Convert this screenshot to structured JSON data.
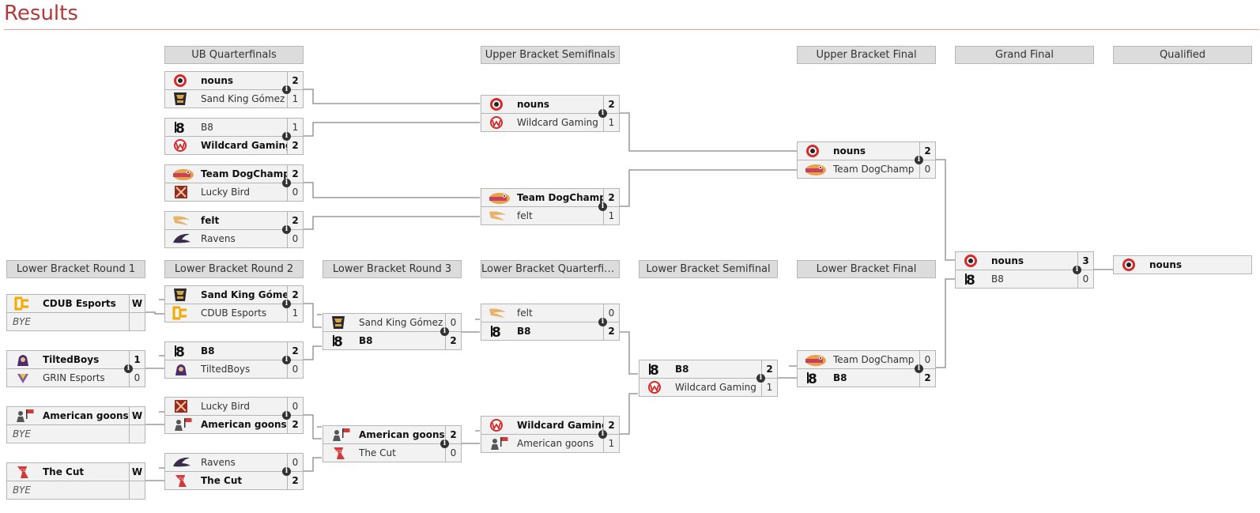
{
  "page": {
    "title": "Results"
  },
  "headers": {
    "ubq": "UB Quarterfinals",
    "ubs": "Upper Bracket Semifinals",
    "ubf": "Upper Bracket Final",
    "gf": "Grand Final",
    "qualified": "Qualified",
    "lb1": "Lower Bracket Round 1",
    "lb2": "Lower Bracket Round 2",
    "lb3": "Lower Bracket Round 3",
    "lbqf": "Lower Bracket Quarterfin…",
    "lbsf": "Lower Bracket Semifinal",
    "lbf": "Lower Bracket Final"
  },
  "info_glyph": "i",
  "colors": {
    "accent": "#b33a3a",
    "rule": "#e9a0a0",
    "header_bg": "#dcdcdc",
    "cell_bg": "#f2f2f2",
    "line": "#9a9a9a"
  },
  "matches": {
    "ubq1": {
      "teams": [
        {
          "name": "nouns",
          "score": "2",
          "icon": "nouns-logo",
          "win": true
        },
        {
          "name": "Sand King Gómez",
          "score": "1",
          "icon": "sand-king-gomez-logo",
          "win": false
        }
      ]
    },
    "ubq2": {
      "teams": [
        {
          "name": "B8",
          "score": "1",
          "icon": "b8-logo",
          "win": false
        },
        {
          "name": "Wildcard Gaming",
          "score": "2",
          "icon": "wildcard-gaming-logo",
          "win": true
        }
      ]
    },
    "ubq3": {
      "teams": [
        {
          "name": "Team DogChamp",
          "score": "2",
          "icon": "team-dogchamp-logo",
          "win": true
        },
        {
          "name": "Lucky Bird",
          "score": "0",
          "icon": "lucky-bird-logo",
          "win": false
        }
      ]
    },
    "ubq4": {
      "teams": [
        {
          "name": "felt",
          "score": "2",
          "icon": "felt-logo",
          "win": true
        },
        {
          "name": "Ravens",
          "score": "0",
          "icon": "ravens-logo",
          "win": false
        }
      ]
    },
    "ubs1": {
      "teams": [
        {
          "name": "nouns",
          "score": "2",
          "icon": "nouns-logo",
          "win": true
        },
        {
          "name": "Wildcard Gaming",
          "score": "1",
          "icon": "wildcard-gaming-logo",
          "win": false
        }
      ]
    },
    "ubs2": {
      "teams": [
        {
          "name": "Team DogChamp",
          "score": "2",
          "icon": "team-dogchamp-logo",
          "win": true
        },
        {
          "name": "felt",
          "score": "1",
          "icon": "felt-logo",
          "win": false
        }
      ]
    },
    "ubf": {
      "teams": [
        {
          "name": "nouns",
          "score": "2",
          "icon": "nouns-logo",
          "win": true
        },
        {
          "name": "Team DogChamp",
          "score": "0",
          "icon": "team-dogchamp-logo",
          "win": false
        }
      ]
    },
    "gf": {
      "teams": [
        {
          "name": "nouns",
          "score": "3",
          "icon": "nouns-logo",
          "win": true
        },
        {
          "name": "B8",
          "score": "0",
          "icon": "b8-logo",
          "win": false
        }
      ]
    },
    "lb1_1": {
      "teams": [
        {
          "name": "CDUB Esports",
          "score": "W",
          "icon": "cdub-esports-logo",
          "win": true
        },
        {
          "name": "BYE",
          "score": "",
          "icon": "",
          "win": false
        }
      ]
    },
    "lb1_2": {
      "teams": [
        {
          "name": "TiltedBoys",
          "score": "1",
          "icon": "tiltedboys-logo",
          "win": true
        },
        {
          "name": "GRIN Esports",
          "score": "0",
          "icon": "grin-esports-logo",
          "win": false
        }
      ]
    },
    "lb1_3": {
      "teams": [
        {
          "name": "American goons",
          "score": "W",
          "icon": "american-goons-logo",
          "win": true
        },
        {
          "name": "BYE",
          "score": "",
          "icon": "",
          "win": false
        }
      ]
    },
    "lb1_4": {
      "teams": [
        {
          "name": "The Cut",
          "score": "W",
          "icon": "the-cut-logo",
          "win": true
        },
        {
          "name": "BYE",
          "score": "",
          "icon": "",
          "win": false
        }
      ]
    },
    "lb2_1": {
      "teams": [
        {
          "name": "Sand King Gómez",
          "score": "2",
          "icon": "sand-king-gomez-logo",
          "win": true
        },
        {
          "name": "CDUB Esports",
          "score": "1",
          "icon": "cdub-esports-logo",
          "win": false
        }
      ]
    },
    "lb2_2": {
      "teams": [
        {
          "name": "B8",
          "score": "2",
          "icon": "b8-logo",
          "win": true
        },
        {
          "name": "TiltedBoys",
          "score": "0",
          "icon": "tiltedboys-logo",
          "win": false
        }
      ]
    },
    "lb2_3": {
      "teams": [
        {
          "name": "Lucky Bird",
          "score": "0",
          "icon": "lucky-bird-logo",
          "win": false
        },
        {
          "name": "American goons",
          "score": "2",
          "icon": "american-goons-logo",
          "win": true
        }
      ]
    },
    "lb2_4": {
      "teams": [
        {
          "name": "Ravens",
          "score": "0",
          "icon": "ravens-logo",
          "win": false
        },
        {
          "name": "The Cut",
          "score": "2",
          "icon": "the-cut-logo",
          "win": true
        }
      ]
    },
    "lb3_1": {
      "teams": [
        {
          "name": "Sand King Gómez",
          "score": "0",
          "icon": "sand-king-gomez-logo",
          "win": false
        },
        {
          "name": "B8",
          "score": "2",
          "icon": "b8-logo",
          "win": true
        }
      ]
    },
    "lb3_2": {
      "teams": [
        {
          "name": "American goons",
          "score": "2",
          "icon": "american-goons-logo",
          "win": true
        },
        {
          "name": "The Cut",
          "score": "0",
          "icon": "the-cut-logo",
          "win": false
        }
      ]
    },
    "lbqf1": {
      "teams": [
        {
          "name": "felt",
          "score": "0",
          "icon": "felt-logo",
          "win": false
        },
        {
          "name": "B8",
          "score": "2",
          "icon": "b8-logo",
          "win": true
        }
      ]
    },
    "lbqf2": {
      "teams": [
        {
          "name": "Wildcard Gaming",
          "score": "2",
          "icon": "wildcard-gaming-logo",
          "win": true
        },
        {
          "name": "American goons",
          "score": "1",
          "icon": "american-goons-logo",
          "win": false
        }
      ]
    },
    "lbsf": {
      "teams": [
        {
          "name": "B8",
          "score": "2",
          "icon": "b8-logo",
          "win": true
        },
        {
          "name": "Wildcard Gaming",
          "score": "1",
          "icon": "wildcard-gaming-logo",
          "win": false
        }
      ]
    },
    "lbf": {
      "teams": [
        {
          "name": "Team DogChamp",
          "score": "0",
          "icon": "team-dogchamp-logo",
          "win": false
        },
        {
          "name": "B8",
          "score": "2",
          "icon": "b8-logo",
          "win": true
        }
      ]
    }
  },
  "qualified": {
    "name": "nouns",
    "icon": "nouns-logo"
  }
}
